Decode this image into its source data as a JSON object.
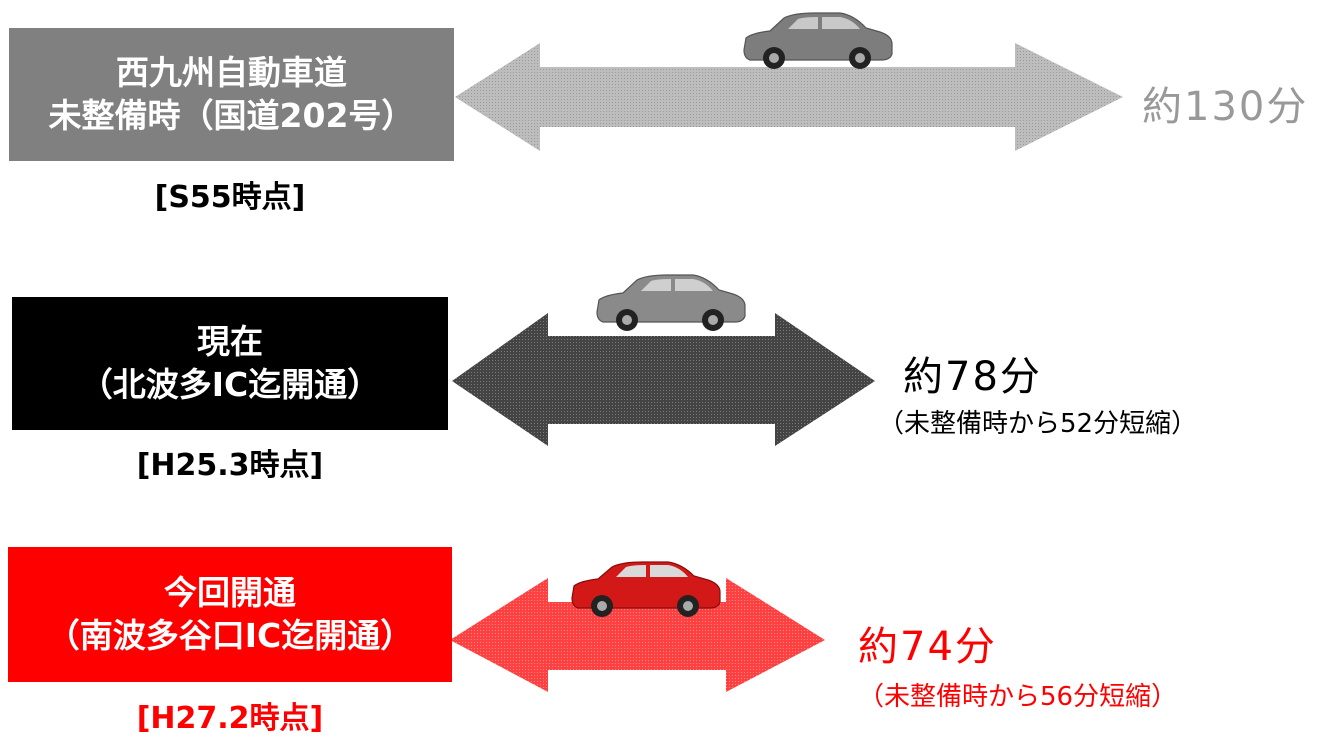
{
  "rows": [
    {
      "label_line1": "西九州自動車道",
      "label_line2": "未整備時（国道202号）",
      "date": "[S55時点]",
      "time": "約130分",
      "saving": "",
      "colors": {
        "box": "#808080",
        "arrow": "#b3b3b3",
        "time": "#999999",
        "date": "#000000",
        "car": "#808080"
      }
    },
    {
      "label_line1": "現在",
      "label_line2": "（北波多IC迄開通）",
      "date": "[H25.3時点]",
      "time": "約78分",
      "saving": "（未整備時から52分短縮）",
      "colors": {
        "box": "#000000",
        "arrow": "#404040",
        "time": "#000000",
        "date": "#000000",
        "car": "#808080"
      }
    },
    {
      "label_line1": "今回開通",
      "label_line2": "（南波多谷口IC迄開通）",
      "date": "[H27.2時点]",
      "time": "約74分",
      "saving": "（未整備時から56分短縮）",
      "colors": {
        "box": "#ff0000",
        "arrow": "#ff3b3b",
        "time": "#ff0000",
        "date": "#ff0000",
        "car": "#e11b1b"
      }
    }
  ]
}
